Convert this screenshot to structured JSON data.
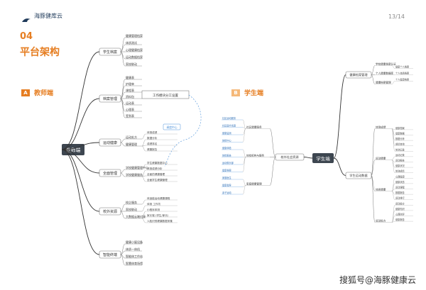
{
  "header": {
    "logo_text": "海豚健库云",
    "page_number": "13/14"
  },
  "section": {
    "number": "04",
    "title": "平台架构"
  },
  "teacher_panel": {
    "badge": "A",
    "title": "教师端",
    "root": "教师端",
    "note_box": "工作模块分工设置",
    "dashed_label": "调度中心",
    "branches": [
      {
        "label": "学生档案",
        "leaves": [
          "健康管理档案",
          "体质测试",
          "心理健康档案",
          "运动数据档案",
          "家校联动"
        ]
      },
      {
        "label": "档案管理",
        "leaves": [
          "健康表",
          "护理单",
          "课程表",
          "资料包",
          "运动表",
          "心理表",
          "签到表"
        ]
      },
      {
        "label": "运动健康",
        "leaves": [
          "运动处方",
          "健康管理"
        ],
        "sub": [
          "体测成绩",
          "数据分析",
          "成绩排名",
          "健康报告"
        ]
      },
      {
        "label": "全面管理",
        "leaves": [
          "学校健康管理中心",
          "学校健康服务"
        ],
        "sub": [
          "学生健康数据中心",
          "体测成绩分析",
          "全面的健康管理",
          "全面学生健康管理"
        ]
      },
      {
        "label": "校外资源",
        "leaves": [
          "校企服务",
          "家校联动",
          "大数据云端对接"
        ],
        "sub": [
          "体适能运动健康课程",
          "体测 工作坊",
          "小程序体测",
          "家长端 (学生/家长)",
          "人脸识别健康数据采集"
        ]
      },
      {
        "label": "智能终端",
        "leaves": [
          "健康小屋设备",
          "体质一体机",
          "智能体工作站",
          "智慧体育场馆"
        ]
      }
    ]
  },
  "student_panel": {
    "badge": "B",
    "title": "学生端",
    "root": "学生端",
    "branches": [
      {
        "label": "健康档案管理",
        "leaves": [
          "学校健康档案认证",
          "个人健康数据库",
          "健康档案管理"
        ],
        "sub": [
          "健康个人档案",
          "个人体质档案",
          "个人健康档案"
        ]
      },
      {
        "label": "学生运动数据",
        "leaves": [
          "体测成绩",
          "运动健康",
          "体质健康",
          "运动处方"
        ],
        "sub": [
          "健康档案",
          "健康数据",
          "数据分析",
          "成绩查询",
          "体测记录",
          "运动记录",
          "运动报告",
          "健康状况",
          "体测成绩",
          "心理健康",
          "健康状态",
          "运动课程",
          "数据报告",
          "运动排行",
          "运动处方",
          "健康知识",
          "心理测评",
          "健康报告"
        ]
      },
      {
        "label": "校外社会资源",
        "leaves": [
          "社区健康服务",
          "体检机构与服务",
          "家庭健康管理"
        ],
        "sub": [
          "社区运动服务",
          "社区医疗资源",
          "健康监测",
          "体检中心",
          "健康体检",
          "体检报告",
          "运动俱乐部",
          "健康档案",
          "家庭医生",
          "健康指导",
          "亲子运动"
        ]
      }
    ]
  },
  "watermark": "搜狐号@海豚健康云"
}
